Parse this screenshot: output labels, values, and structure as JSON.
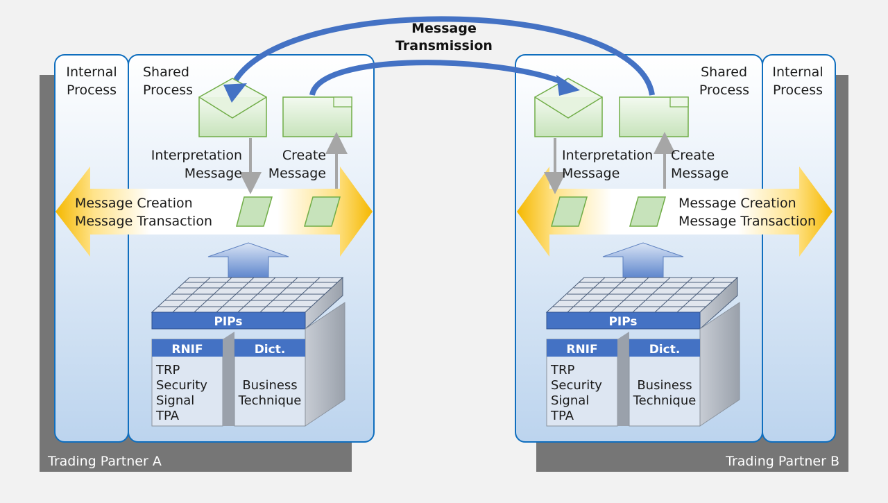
{
  "title": {
    "line1": "Message",
    "line2": "Transmission"
  },
  "partnerA": {
    "name": "Trading Partner A",
    "internal": {
      "line1": "Internal",
      "line2": "Process"
    },
    "shared": {
      "line1": "Shared",
      "line2": "Process"
    },
    "interpretation": {
      "line1": "Interpretation",
      "line2": "Message"
    },
    "create": {
      "line1": "Create",
      "line2": "Message"
    },
    "band": {
      "line1": "Message  Creation",
      "line2": "Message  Transaction"
    },
    "pips": "PIPs",
    "rnif": "RNIF",
    "dict": "Dict.",
    "rnif_items": [
      "TRP",
      "Security",
      "Signal",
      "TPA"
    ],
    "dict_items": [
      "Business",
      "Technique"
    ]
  },
  "partnerB": {
    "name": "Trading  Partner  B",
    "internal": {
      "line1": "Internal",
      "line2": "Process"
    },
    "shared": {
      "line1": "Shared",
      "line2": "Process"
    },
    "interpretation": {
      "line1": "Interpretation",
      "line2": "Message"
    },
    "create": {
      "line1": "Create",
      "line2": "Message"
    },
    "band": {
      "line1": "Message  Creation",
      "line2": "Message  Transaction"
    },
    "pips": "PIPs",
    "rnif": "RNIF",
    "dict": "Dict.",
    "rnif_items": [
      "TRP",
      "Security",
      "Signal",
      "TPA"
    ],
    "dict_items": [
      "Business",
      "Technique"
    ]
  },
  "colors": {
    "background": "#f2f2f2",
    "partner_box": "#767676",
    "process_border": "#0f6ebe",
    "flow_arrow": "#4472c4",
    "envelope_fill": "#d8ecd0",
    "envelope_stroke": "#70ad47",
    "band_gold": "#f5b800",
    "pips_blue": "#4472c4"
  }
}
